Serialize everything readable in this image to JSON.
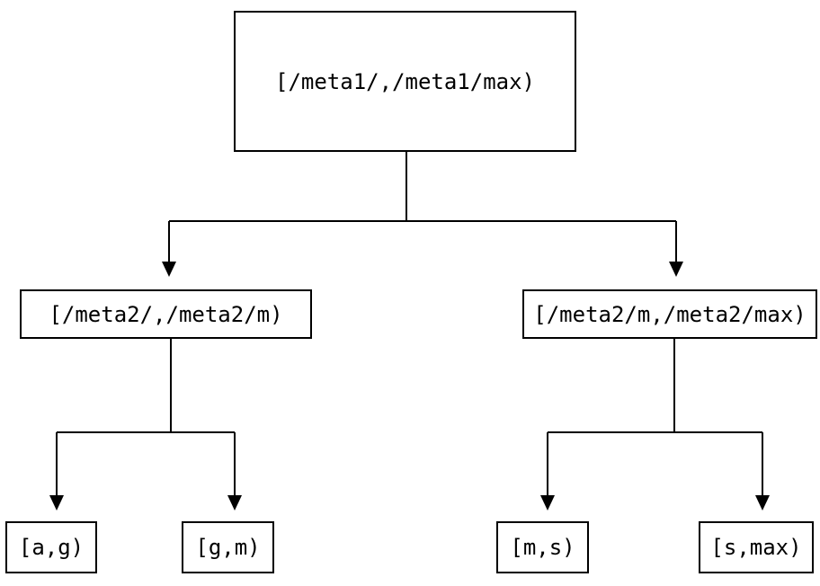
{
  "diagram": {
    "background_color": "#ffffff",
    "line_color": "#000000",
    "text_color": "#000000",
    "root": {
      "label": "[/meta1/,/meta1/max)",
      "children": [
        {
          "label": "[/meta2/,/meta2/m)",
          "children": [
            {
              "label": "[a,g)"
            },
            {
              "label": "[g,m)"
            }
          ]
        },
        {
          "label": "[/meta2/m,/meta2/max)",
          "children": [
            {
              "label": "[m,s)"
            },
            {
              "label": "[s,max)"
            }
          ]
        }
      ]
    }
  }
}
